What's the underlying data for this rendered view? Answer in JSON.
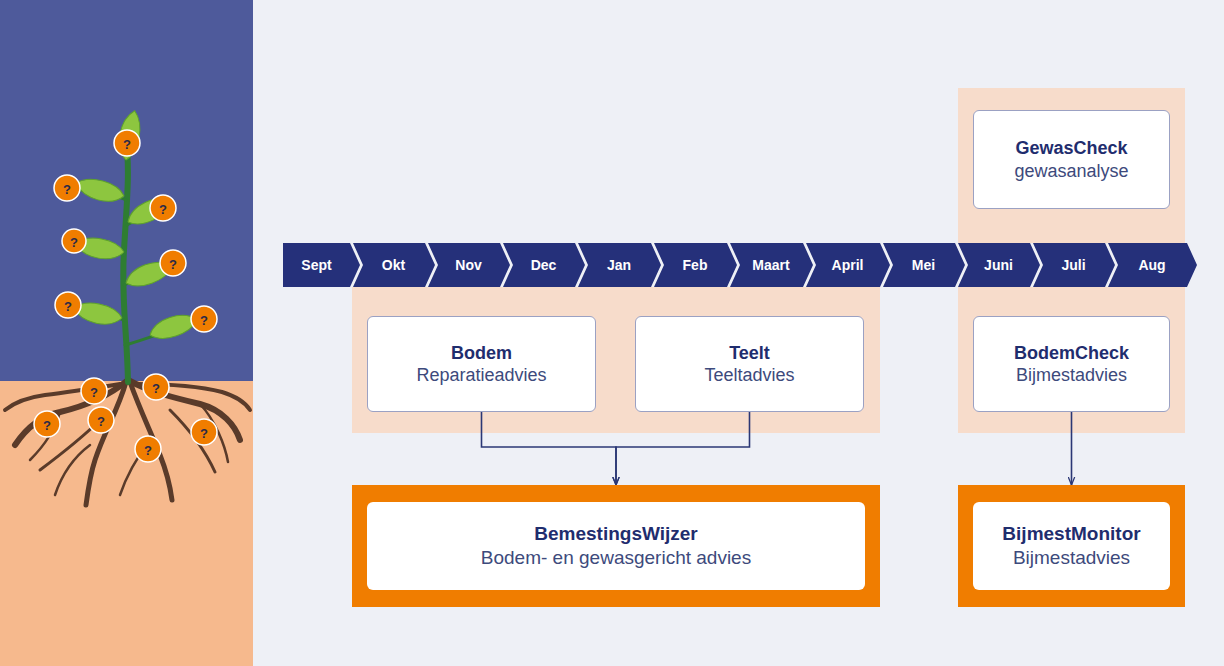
{
  "diagram": {
    "nodes": [
      {
        "text": [
          "GewasCheck",
          "gewasanalyse"
        ]
      },
      {
        "text": [
          "Bodem",
          "Reparatieadvies"
        ]
      },
      {
        "text": [
          "Teelt",
          "Teeltadvies"
        ]
      },
      {
        "text": [
          "BodemCheck",
          "Bijmestadvies"
        ]
      },
      {
        "text": [
          "BemestingsWijzer",
          "Bodem- en gewasgericht advies"
        ]
      },
      {
        "text": [
          "BijmestMonitor",
          "Bijmestadvies"
        ]
      }
    ],
    "edges": [
      {
        "from": 1,
        "to": 4,
        "arrow": "to"
      },
      {
        "from": 2,
        "to": 4,
        "arrow": "to"
      },
      {
        "from": 3,
        "to": 5,
        "arrow": "to"
      }
    ],
    "labels": [
      "Sept",
      "Okt",
      "Nov",
      "Dec",
      "Jan",
      "Feb",
      "Maart",
      "April",
      "Mei",
      "Juni",
      "Juli",
      "Aug",
      "?",
      "?",
      "?",
      "?",
      "?",
      "?",
      "?",
      "?",
      "?",
      "?",
      "?",
      "?",
      "?"
    ]
  }
}
